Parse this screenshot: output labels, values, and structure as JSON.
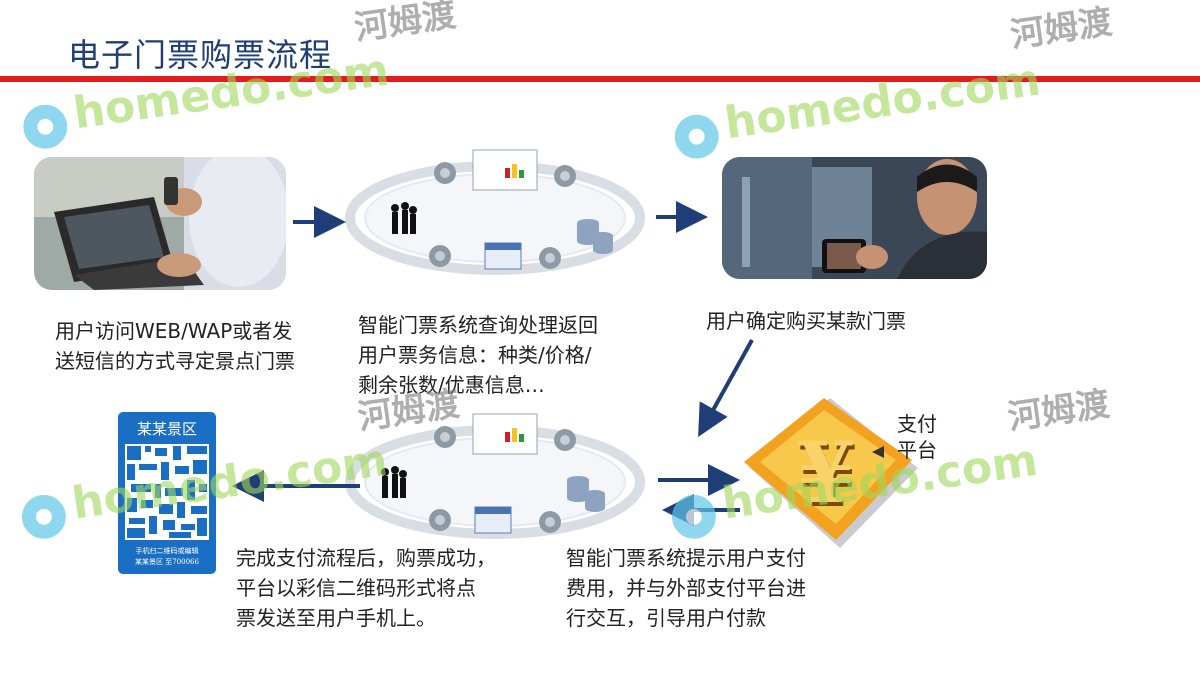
{
  "title": "电子门票购票流程",
  "captions": {
    "step1": [
      "用户访问WEB/WAP或者发",
      "送短信的方式寻定景点门票"
    ],
    "step2": [
      "智能门票系统查询处理返回",
      "用户票务信息：种类/价格/",
      "剩余张数/优惠信息…"
    ],
    "step3": [
      "用户确定购买某款门票"
    ],
    "step4": [
      "智能门票系统提示用户支付",
      "费用，并与外部支付平台进",
      "行交互，引导用户付款"
    ],
    "step5": [
      "完成支付流程后，购票成功，",
      "平台以彩信二维码形式将点",
      "票发送至用户手机上。"
    ]
  },
  "payment_label": [
    "支付",
    "平台"
  ],
  "ticket": {
    "title": "某某景区",
    "line1": "手机扫二维码或编辑",
    "line2": "某某景区 至700066"
  },
  "watermark": {
    "text": "homedo.com",
    "cn": "河姆渡"
  },
  "colors": {
    "title": "#1f3d77",
    "rule": "#e31b1b",
    "arrow": "#1f3d77",
    "ticket": "#1a6fc4",
    "yuan_box": "#f3a21f"
  }
}
